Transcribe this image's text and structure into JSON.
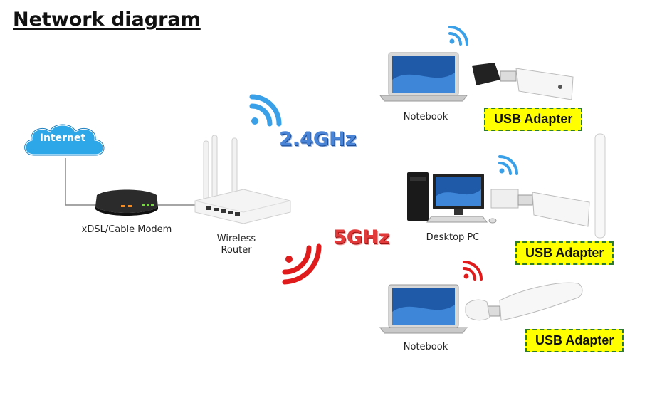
{
  "title": "Network diagram",
  "nodes": {
    "internet": "Internet",
    "modem": "xDSL/Cable Modem",
    "router_line1": "Wireless",
    "router_line2": "Router",
    "notebook_top": "Notebook",
    "desktop": "Desktop PC",
    "notebook_bottom": "Notebook"
  },
  "bands": {
    "band_24": "2.4GHz",
    "band_5": "5GHz"
  },
  "callouts": {
    "adapter_top": "USB Adapter",
    "adapter_middle": "USB Adapter",
    "adapter_bottom": "USB Adapter"
  },
  "colors": {
    "wifi_blue": "#3aa0e8",
    "wifi_red": "#e01b1b",
    "callout_fill": "#ffff00",
    "callout_border": "#2d7d2d"
  }
}
